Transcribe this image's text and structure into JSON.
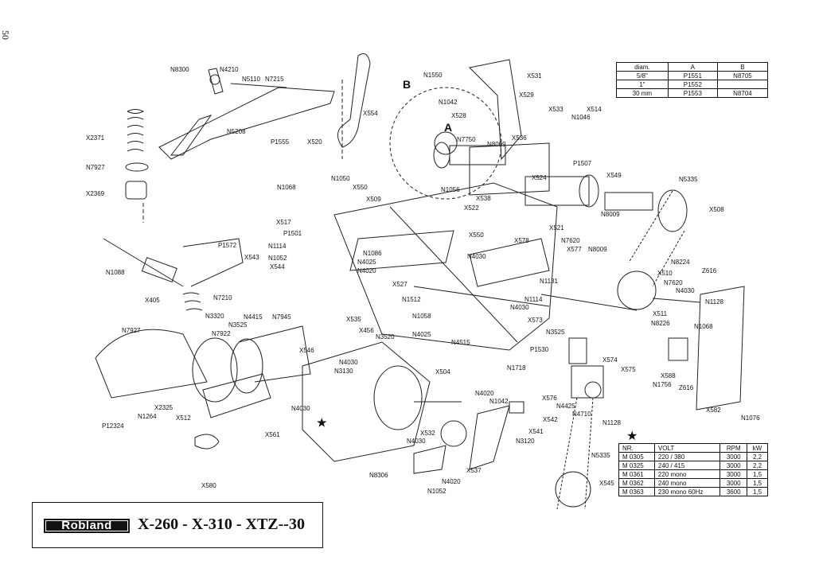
{
  "page_number": "50",
  "brand": "Robland",
  "model_title": "X-260 - X-310 - XTZ--30",
  "markers": {
    "b": "B",
    "a": "A",
    "star": "★"
  },
  "labels": [
    "N8300",
    "N4210",
    "N5110",
    "N7215",
    "N5208",
    "P1555",
    "X2371",
    "N7927",
    "X2369",
    "X520",
    "X554",
    "N1550",
    "N1042",
    "X531",
    "X529",
    "X528",
    "X533",
    "X514",
    "N1046",
    "N7750",
    "N8009",
    "X536",
    "P1507",
    "X549",
    "N5335",
    "X524",
    "N1056",
    "X538",
    "X522",
    "N8009",
    "X508",
    "N1068",
    "N1050",
    "X550",
    "X509",
    "X517",
    "P1501",
    "N1114",
    "N1052",
    "N1086",
    "N4025",
    "N4020",
    "X543",
    "X544",
    "P1572",
    "N1088",
    "X405",
    "N7210",
    "N3320",
    "N4415",
    "N3525",
    "N7945",
    "N7922",
    "N7927",
    "X521",
    "X550",
    "N4030",
    "X578",
    "N7620",
    "X577",
    "N8009",
    "N8224",
    "Z616",
    "X510",
    "N7620",
    "N4030",
    "N1128",
    "N1131",
    "N1114",
    "N4030",
    "X511",
    "N8226",
    "N1068",
    "X573",
    "X527",
    "N1512",
    "X535",
    "X456",
    "N1058",
    "N3520",
    "N4025",
    "N4515",
    "X546",
    "N4030",
    "N3130",
    "P1530",
    "N3525",
    "X574",
    "X575",
    "N1718",
    "X588",
    "N1756",
    "Z616",
    "X504",
    "N4020",
    "N1042",
    "X576",
    "N4425",
    "N4710",
    "X542",
    "X541",
    "N1128",
    "X582",
    "N1076",
    "X532",
    "N4030",
    "N3120",
    "N5335",
    "X545",
    "X537",
    "N8306",
    "N4020",
    "N1052",
    "X561",
    "N4030",
    "X580",
    "N1264",
    "X2325",
    "X512",
    "P12324"
  ],
  "diam_table": {
    "headers": [
      "diam.",
      "A",
      "B"
    ],
    "rows": [
      [
        "5/8\"",
        "P1551",
        "N8705"
      ],
      [
        "1\"",
        "P1552",
        ""
      ],
      [
        "30 mm",
        "P1553",
        "N8704"
      ]
    ]
  },
  "motor_table": {
    "headers": [
      "NR.",
      "VOLT",
      "RPM",
      "kW"
    ],
    "rows": [
      [
        "M 0305",
        "220 / 380",
        "3000",
        "2,2"
      ],
      [
        "M 0325",
        "240 / 415",
        "3000",
        "2,2"
      ],
      [
        "M 0361",
        "220 mono",
        "3000",
        "1,5"
      ],
      [
        "M 0362",
        "240 mono",
        "3000",
        "1,5"
      ],
      [
        "M 0363",
        "230 mono 60Hz",
        "3600",
        "1,5"
      ]
    ]
  }
}
